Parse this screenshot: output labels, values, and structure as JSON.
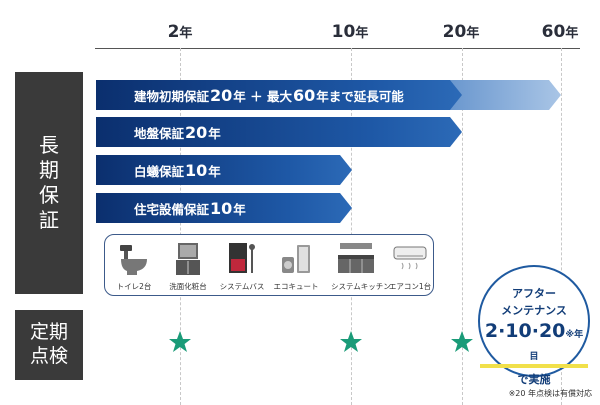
{
  "years": [
    {
      "num": "2",
      "unit": "年"
    },
    {
      "num": "10",
      "unit": "年"
    },
    {
      "num": "20",
      "unit": "年"
    },
    {
      "num": "60",
      "unit": "年"
    }
  ],
  "side_labels": {
    "warranty": [
      "長",
      "期",
      "保",
      "証"
    ],
    "inspection": [
      "定期",
      "点検"
    ]
  },
  "bars": {
    "structure": {
      "a": "建物初期保証",
      "b": "20",
      "c": "年 ＋ 最大",
      "d": "60",
      "e": "年まで延長可能"
    },
    "ground": {
      "a": "地盤保証",
      "b": "20",
      "c": "年"
    },
    "termite": {
      "a": "白蟻保証",
      "b": "10",
      "c": "年"
    },
    "equipment": {
      "a": "住宅設備保証",
      "b": "10",
      "c": "年"
    }
  },
  "appliances": [
    {
      "name": "トイレ2台",
      "icon": "toilet-icon"
    },
    {
      "name": "洗面化粧台",
      "icon": "vanity-icon"
    },
    {
      "name": "システムバス",
      "icon": "bath-icon"
    },
    {
      "name": "エコキュート",
      "icon": "water-heater-icon"
    },
    {
      "name": "システムキッチン",
      "icon": "kitchen-icon"
    },
    {
      "name": "エアコン1台",
      "icon": "aircon-icon"
    }
  ],
  "maintenance": {
    "line1": "アフター",
    "line2": "メンテナンス",
    "years": "2·10·20",
    "mark": "※",
    "unit": "年目",
    "line4": "で実施"
  },
  "note": "※20 年点検は有償対応",
  "colors": {
    "bar_dark": "#0b2f6e",
    "bar_light": "#a9c5e6",
    "star": "#1a9b78",
    "side_box": "#3a3a3a",
    "highlight": "#f1e04a"
  }
}
